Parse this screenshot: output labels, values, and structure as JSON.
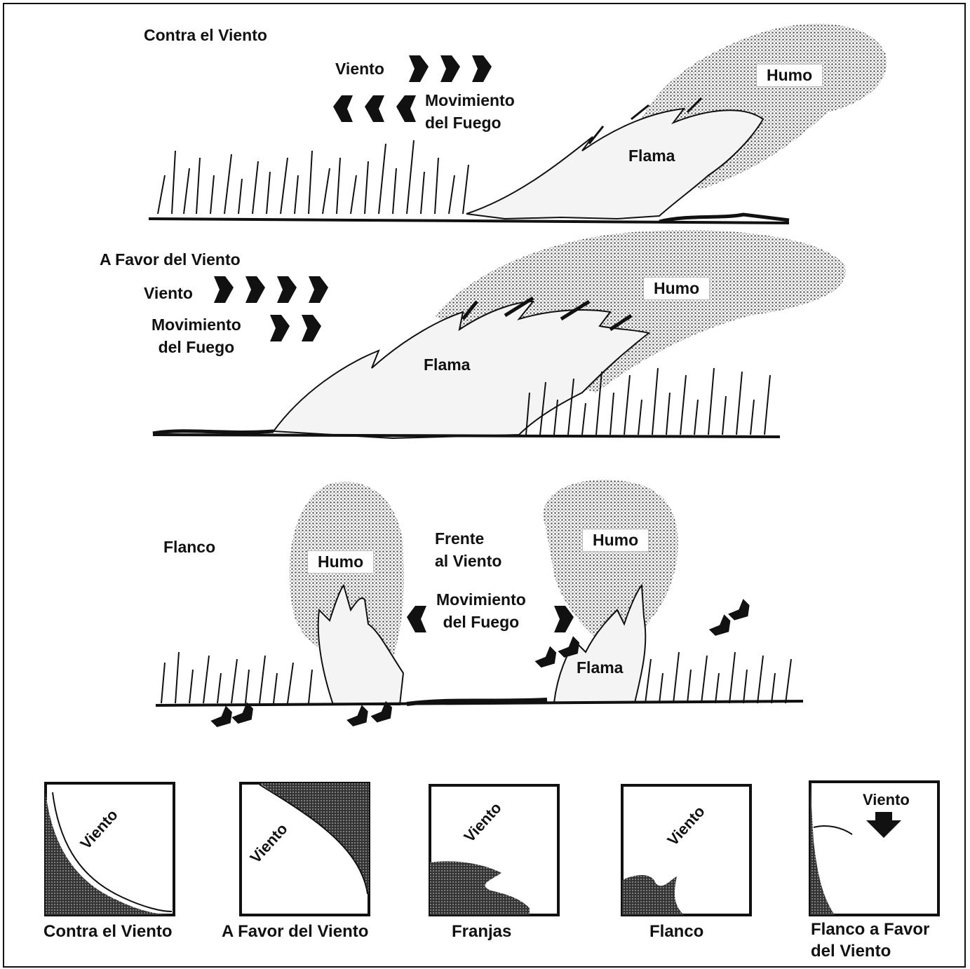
{
  "panels": {
    "upwind": {
      "title": "Contra el Viento",
      "wind_label": "Viento",
      "fire_movement_label": "Movimiento\ndel Fuego",
      "smoke_label": "Humo",
      "flame_label": "Flama"
    },
    "downwind": {
      "title": "A Favor del Viento",
      "wind_label": "Viento",
      "fire_movement_label": "Movimiento\ndel Fuego",
      "smoke_label": "Humo",
      "flame_label": "Flama"
    },
    "flank": {
      "title": "Flanco",
      "front_label": "Frente\nal Viento",
      "fire_movement_label": "Movimiento\ndel Fuego",
      "smoke_left_label": "Humo",
      "smoke_right_label": "Humo",
      "flame_label": "Flama"
    }
  },
  "thumbnails": [
    {
      "caption": "Contra el Viento",
      "wind_label": "Viento"
    },
    {
      "caption": "A Favor del Viento",
      "wind_label": "Viento"
    },
    {
      "caption": "Franjas",
      "wind_label": "Viento"
    },
    {
      "caption": "Flanco",
      "wind_label": "Viento"
    },
    {
      "caption": "Flanco a Favor\ndel Viento",
      "wind_label": "Viento"
    }
  ],
  "colors": {
    "ink": "#111111",
    "smoke": "#6f6f6f",
    "flame": "#f4f4f4",
    "paper": "#ffffff"
  }
}
